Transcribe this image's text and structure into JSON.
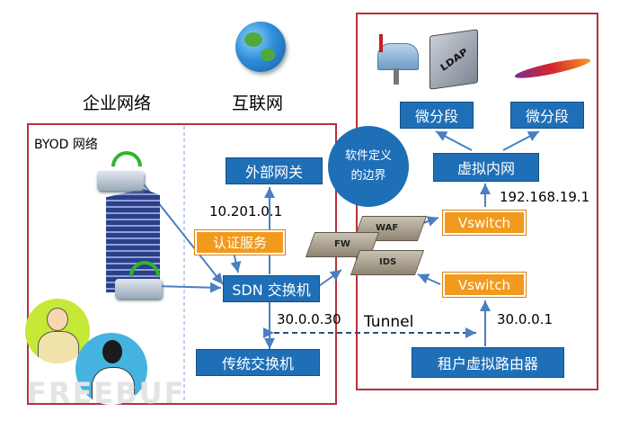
{
  "regions": {
    "enterprise": "企业网络",
    "internet": "互联网",
    "byod": "BYOD 网络"
  },
  "boxes": {
    "ext_gateway": "外部网关",
    "auth_service": "认证服务",
    "sdn_switch": "SDN 交换机",
    "legacy_switch": "传统交换机",
    "micro_seg_1": "微分段",
    "micro_seg_2": "微分段",
    "virtual_intranet": "虚拟内网",
    "vswitch_1": "Vswitch",
    "vswitch_2": "Vswitch",
    "tenant_router": "租户虚拟路由器"
  },
  "bubble": {
    "line1": "软件定义",
    "line2": "的边界"
  },
  "devices": {
    "waf": "WAF",
    "fw": "FW",
    "ids": "IDS"
  },
  "ips": {
    "ip_10": "10.201.0.1",
    "ip_192": "192.168.19.1",
    "ip_30_30": "30.0.0.30",
    "ip_30_1": "30.0.0.1"
  },
  "tunnel": "Tunnel",
  "icons": {
    "ldap": "LDAP",
    "watermark": "FREEBUF"
  },
  "colors": {
    "frame": "#b5333b",
    "box_blue": "#1f6fb7",
    "box_orange": "#f29a1e",
    "arrow": "#4a7fc1"
  }
}
